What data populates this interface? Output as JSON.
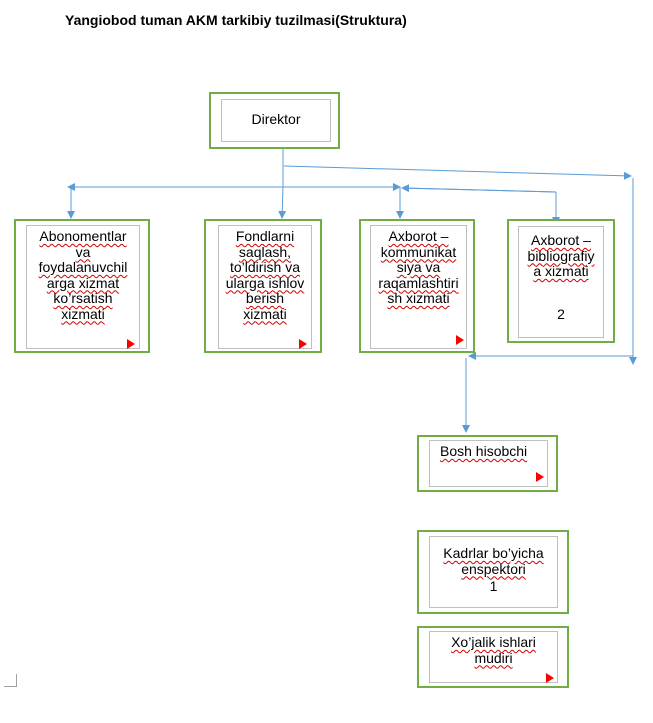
{
  "title": "Yangiobod tuman  AKM tarkibiy tuzilmasi(Struktura)",
  "boxes": {
    "direktor": {
      "label": "Direktor"
    },
    "abonement": {
      "label": "Abonomentlar\nva\nfoydalanuvchil\narga xizmat\nko’rsatish\nxizmati"
    },
    "fondlar": {
      "label": "Fondlarni\nsaqlash,\nto’ldirish va\nularga ishlov\nberish\nxizmati"
    },
    "kommunikatsiya": {
      "label": "Axborot –\nkommunikat\nsiya va\nraqamlashtiri\nsh xizmati"
    },
    "bibliografiya": {
      "label": "Axborot –\nbibliografiy\na xizmati",
      "number": "2"
    },
    "hisobchi": {
      "label": "Bosh hisobchi"
    },
    "kadrlar": {
      "label": "Kadrlar bo’yicha\nenspektori",
      "number": "1"
    },
    "xojalik": {
      "label": "Xo’jalik ishlari\nmudiri"
    }
  },
  "colors": {
    "box_border": "#70ad47",
    "connector": "#5b9bd5",
    "flag": "#ff0000",
    "spell_underline": "#d00000"
  }
}
